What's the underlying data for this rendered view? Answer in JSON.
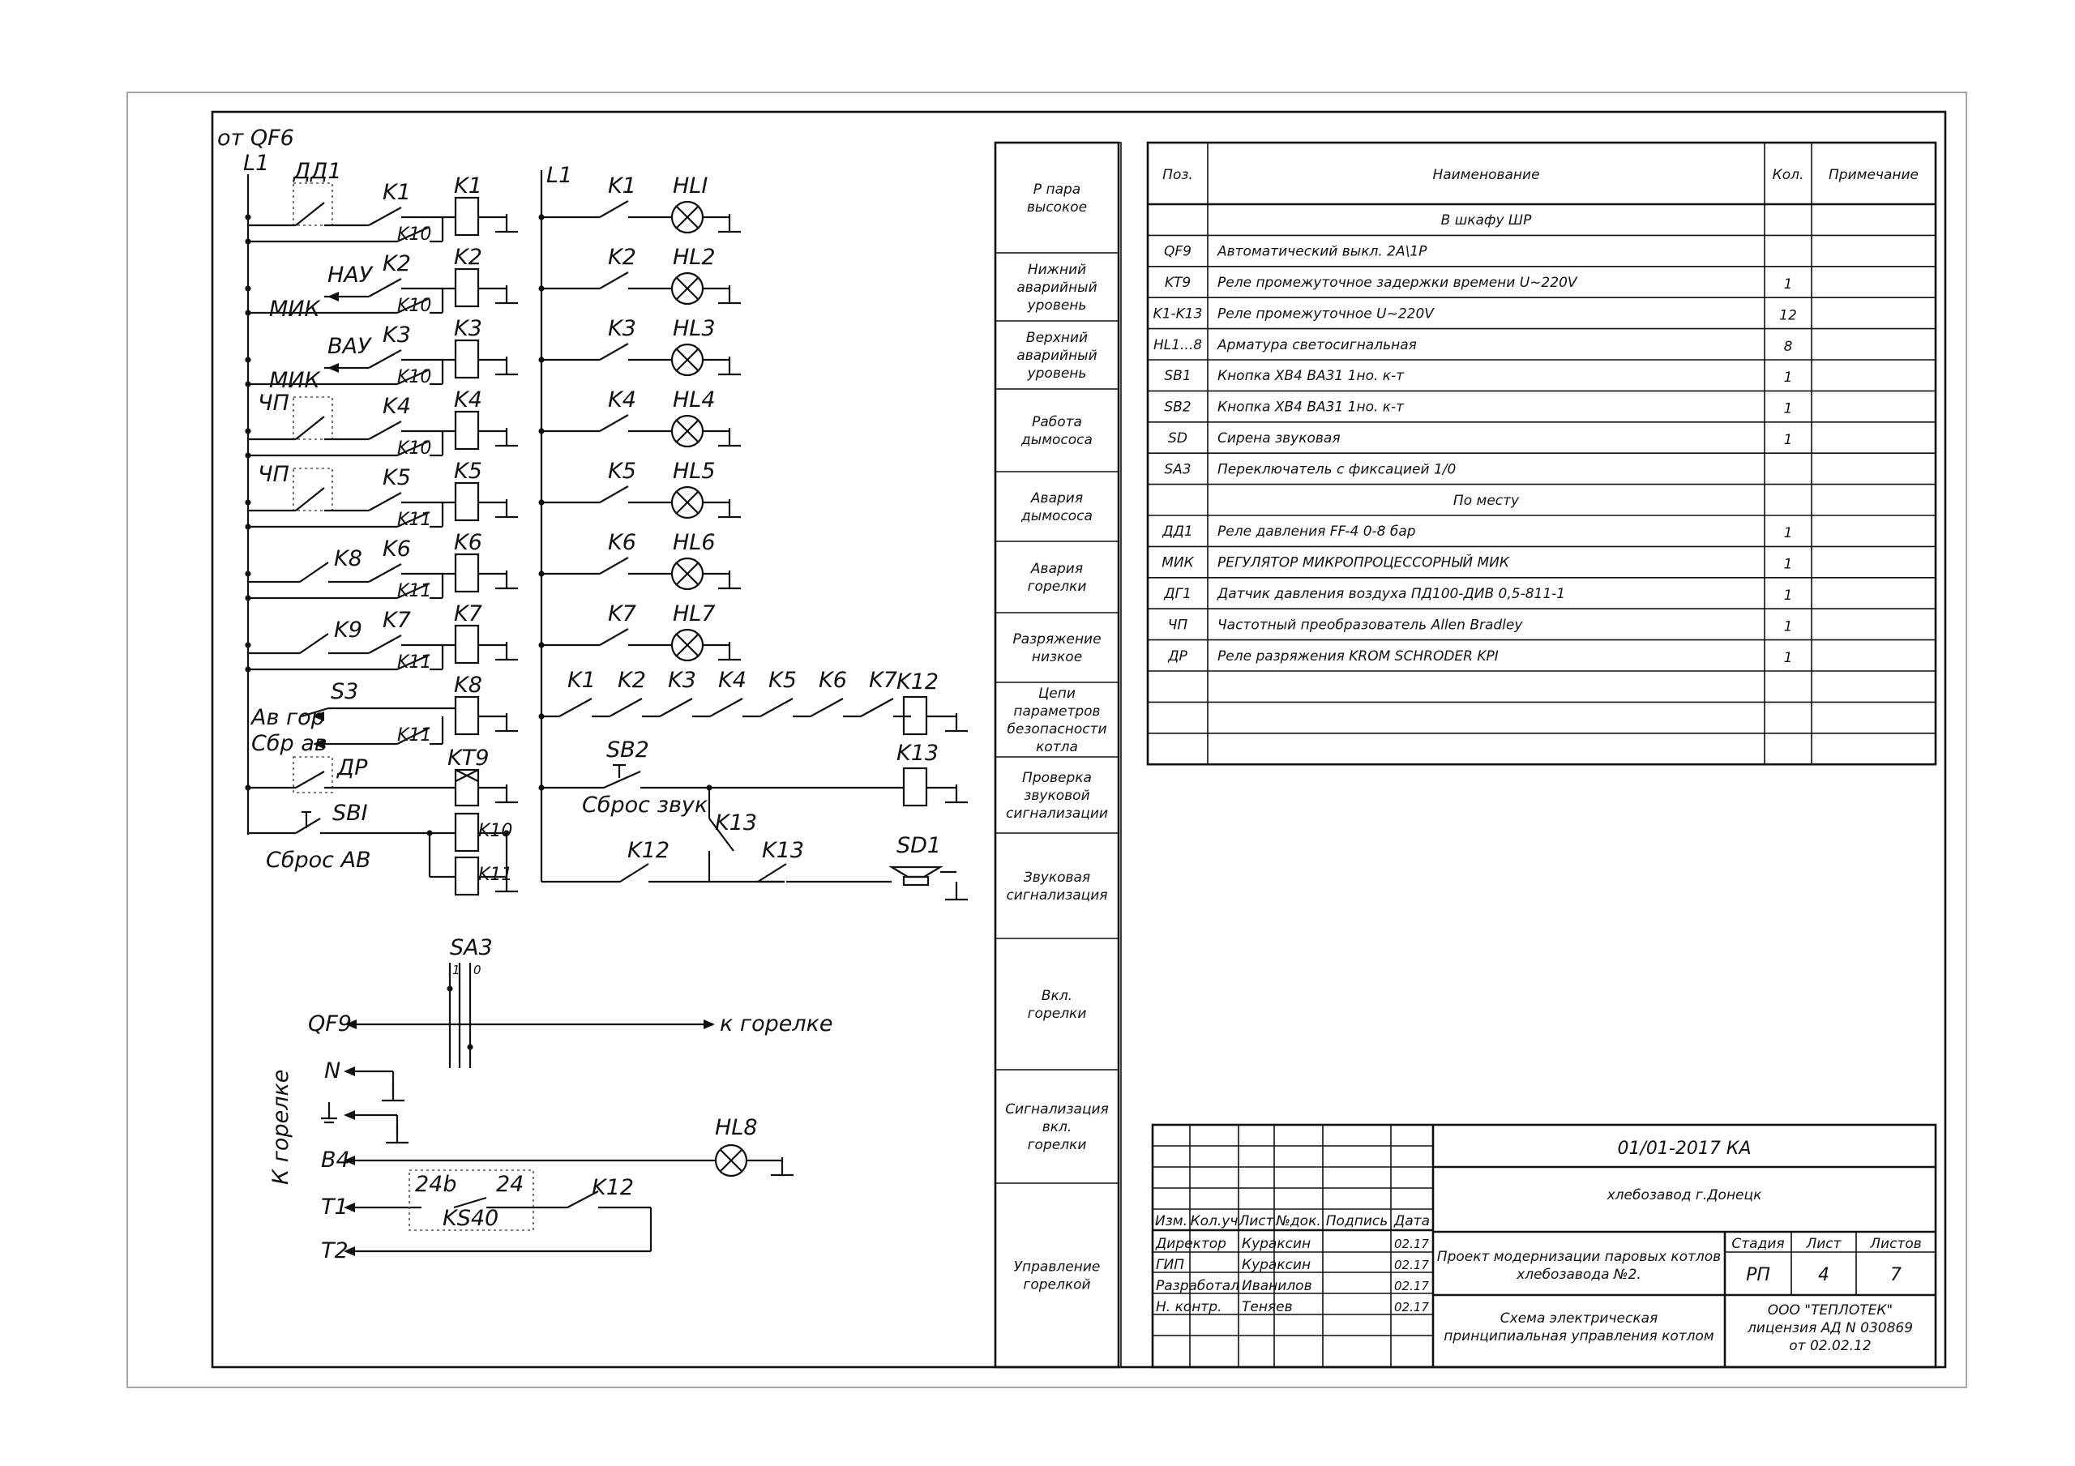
{
  "schematic": {
    "source_label": "от QF6",
    "rail_left": "L1",
    "rail_right": "L1",
    "left_rows": [
      {
        "pre": "ДД1",
        "contact": "K1",
        "aux": "K10",
        "coil": "K1"
      },
      {
        "pre": "МИК",
        "pre2": "НАУ",
        "contact": "K2",
        "aux": "K10",
        "coil": "K2"
      },
      {
        "pre": "МИК",
        "pre2": "ВАУ",
        "contact": "K3",
        "aux": "K10",
        "coil": "K3"
      },
      {
        "pre": "ЧП",
        "contact": "K4",
        "aux": "K10",
        "coil": "K4"
      },
      {
        "pre": "ЧП",
        "contact": "K5",
        "aux": "K11",
        "coil": "K5"
      },
      {
        "pre": "K8",
        "contact": "K6",
        "aux": "K11",
        "coil": "K6"
      },
      {
        "pre": "K9",
        "contact": "K7",
        "aux": "K11",
        "coil": "K7"
      }
    ],
    "s3_label": "S3",
    "av_gor": "Ав гор",
    "sbr_av": "Сбр ав",
    "k8_aux": "K11",
    "k8_coil": "K8",
    "dr_label": "ДР",
    "kt9_label": "KT9",
    "sb1_label": "SBI",
    "k10_coil": "K10",
    "k11_coil": "K11",
    "sbros_av": "Сброс АВ",
    "right_rows": [
      {
        "contact": "K1",
        "lamp": "HLI"
      },
      {
        "contact": "K2",
        "lamp": "HL2"
      },
      {
        "contact": "K3",
        "lamp": "HL3"
      },
      {
        "contact": "K4",
        "lamp": "HL4"
      },
      {
        "contact": "K5",
        "lamp": "HL5"
      },
      {
        "contact": "K6",
        "lamp": "HL6"
      },
      {
        "contact": "K7",
        "lamp": "HL7"
      }
    ],
    "series_contacts": [
      "K1",
      "K2",
      "K3",
      "K4",
      "K5",
      "K6",
      "K7"
    ],
    "k12_coil": "K12",
    "sb2_label": "SB2",
    "sbros_zvuk": "Сброс звук",
    "k13_coil": "K13",
    "k13_contact": "K13",
    "k12_contact": "K12",
    "k13_contact2": "K13",
    "sd1_label": "SD1",
    "sa3_label": "SA3",
    "sa3_pos1": "1",
    "sa3_pos0": "0",
    "qf9_label": "QF9",
    "k_gorelke": "к горелке",
    "n_label": "N",
    "b4_label": "B4",
    "t1_label": "T1",
    "t2_label": "T2",
    "hl8_label": "HL8",
    "k_gorelke_vertical": "К горелке",
    "ks40_a": "24b",
    "ks40_b": "24",
    "ks40_label": "KS40",
    "k12_bottom": "K12"
  },
  "functions": [
    "Р пара высокое",
    "Нижний аварийный уровень",
    "Верхний аварийный уровень",
    "Работа дымососа",
    "Авария дымососа",
    "Авария горелки",
    "Разряжение низкое",
    "Цепи параметров безопасности котла",
    "Проверка звуковой сигнализации",
    "Звуковая сигнализация",
    "Вкл. горелки",
    "Сигнализация вкл. горелки",
    "Управление горелкой"
  ],
  "spec": {
    "headers": [
      "Поз.",
      "Наименование",
      "Кол.",
      "Примечание"
    ],
    "rows": [
      {
        "pos": "",
        "name": "В шкафу ШР",
        "qty": "",
        "section": true
      },
      {
        "pos": "QF9",
        "name": "Автоматический выкл. 2А\\1Р",
        "qty": ""
      },
      {
        "pos": "KT9",
        "name": "Реле промежуточное задержки времени U~220V",
        "qty": "1"
      },
      {
        "pos": "K1-K13",
        "name": "Реле промежуточное U~220V",
        "qty": "12"
      },
      {
        "pos": "HL1...8",
        "name": "Арматура светосигнальная",
        "qty": "8"
      },
      {
        "pos": "SB1",
        "name": "Кнопка XB4 BA31 1но. к-т",
        "qty": "1"
      },
      {
        "pos": "SB2",
        "name": "Кнопка XB4 BA31 1но. к-т",
        "qty": "1"
      },
      {
        "pos": "SD",
        "name": "Сирена звуковая",
        "qty": "1"
      },
      {
        "pos": "SA3",
        "name": "Переключатель с фиксацией 1/0",
        "qty": ""
      },
      {
        "pos": "",
        "name": "По месту",
        "qty": "",
        "section": true
      },
      {
        "pos": "ДД1",
        "name": "Реле давления FF-4 0-8 бар",
        "qty": "1"
      },
      {
        "pos": "МИК",
        "name": "РЕГУЛЯТОР МИКРОПРОЦЕССОРНЫЙ МИК",
        "qty": "1"
      },
      {
        "pos": "ДГ1",
        "name": "Датчик давления воздуха ПД100-ДИВ 0,5-811-1",
        "qty": "1"
      },
      {
        "pos": "ЧП",
        "name": "Частотный преобразователь Allen Bradley",
        "qty": "1"
      },
      {
        "pos": "ДР",
        "name": "Реле разряжения KROM SCHRODER KPI",
        "qty": "1"
      },
      {
        "pos": "",
        "name": "",
        "qty": ""
      },
      {
        "pos": "",
        "name": "",
        "qty": ""
      },
      {
        "pos": "",
        "name": "",
        "qty": ""
      }
    ]
  },
  "title_block": {
    "doc_code": "01/01-2017 КА",
    "org": "хлебозавод г.Донецк",
    "header_cells": [
      "Изм.",
      "Кол.уч",
      "Лист",
      "№док.",
      "Подпись",
      "Дата"
    ],
    "signers": [
      {
        "role": "Директор",
        "name": "Кураксин",
        "date": "02.17"
      },
      {
        "role": "ГИП",
        "name": "Кураксин",
        "date": "02.17"
      },
      {
        "role": "Разработал",
        "name": "Иванилов",
        "date": "02.17"
      },
      {
        "role": "Н. контр.",
        "name": "Теняев",
        "date": "02.17"
      }
    ],
    "project": "Проект модернизации паровых котлов хлебозавода №2.",
    "drawing_title": "Схема электрическая принципиальная управления котлом",
    "stage_label": "Стадия",
    "sheet_label": "Лист",
    "sheets_label": "Листов",
    "stage": "РП",
    "sheet": "4",
    "sheets": "7",
    "company": "ООО \"ТЕПЛОТЕК\"",
    "license": "лицензия АД N 030869",
    "license_date": "от 02.02.12"
  }
}
